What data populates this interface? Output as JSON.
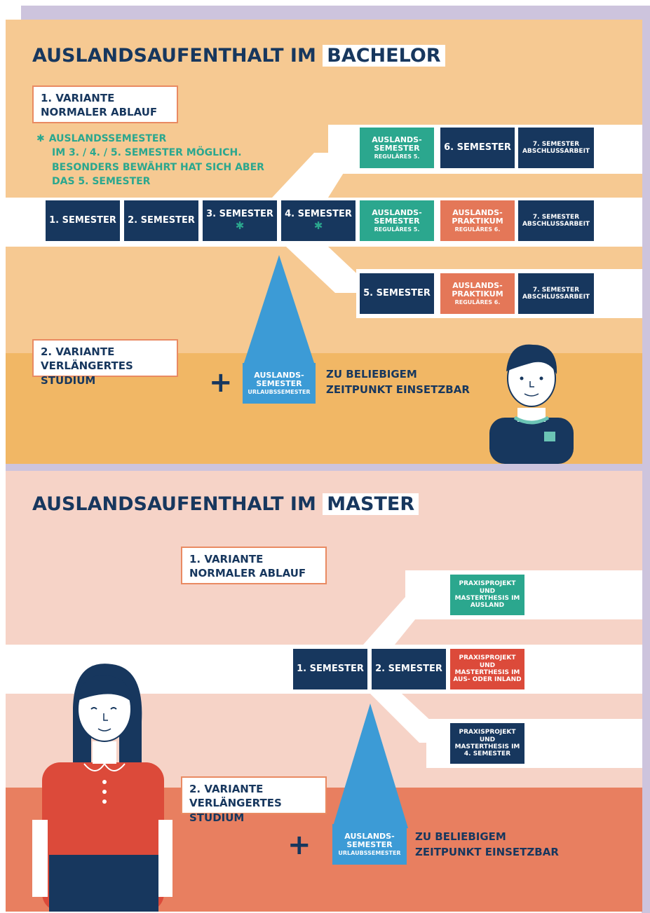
{
  "colors": {
    "navy": "#17375e",
    "teal": "#2ba78e",
    "coral": "#e47758",
    "red": "#dc4a3a",
    "blue": "#3c9bd6",
    "bachelor_bg_light": "#f6c992",
    "bachelor_bg_dark": "#f1b765",
    "master_bg_light": "#f6d3c7",
    "master_bg_dark": "#e87f60",
    "frame": "#cdc4dd"
  },
  "bachelor": {
    "title_prefix": "AUSLANDSAUFENTHALT IM",
    "title_highlight": "BACHELOR",
    "variant1": {
      "line1": "1. VARIANTE",
      "line2": "NORMALER ABLAUF"
    },
    "note": {
      "icon": "asterisk-icon",
      "line1": "AUSLANDSSEMESTER",
      "line2": "IM 3. / 4. / 5. SEMESTER MÖGLICH.",
      "line3": "BESONDERS BEWÄHRT HAT SICH ABER",
      "line4": "DAS 5. SEMESTER"
    },
    "semesters": [
      "1. SEMESTER",
      "2. SEMESTER",
      "3. SEMESTER",
      "4. SEMESTER"
    ],
    "row_top": {
      "a": {
        "l1": "AUSLANDS-",
        "l2": "SEMESTER",
        "sub": "REGULÄRES 5."
      },
      "b": {
        "l1": "6. SEMESTER"
      },
      "c": {
        "l1": "7. SEMESTER",
        "l2": "ABSCHLUSSARBEIT"
      }
    },
    "row_mid": {
      "a": {
        "l1": "AUSLANDS-",
        "l2": "SEMESTER",
        "sub": "REGULÄRES 5."
      },
      "b": {
        "l1": "AUSLANDS-",
        "l2": "PRAKTIKUM",
        "sub": "REGULÄRES 6."
      },
      "c": {
        "l1": "7. SEMESTER",
        "l2": "ABSCHLUSSARBEIT"
      }
    },
    "row_bot": {
      "a": {
        "l1": "5. SEMESTER"
      },
      "b": {
        "l1": "AUSLANDS-",
        "l2": "PRAKTIKUM",
        "sub": "REGULÄRES 6."
      },
      "c": {
        "l1": "7. SEMESTER",
        "l2": "ABSCHLUSSARBEIT"
      }
    },
    "variant2": {
      "line1": "2. VARIANTE",
      "line2": "VERLÄNGERTES STUDIUM"
    },
    "plus": "+",
    "auslandssemester": {
      "l1": "AUSLANDS-",
      "l2": "SEMESTER",
      "sub": "URLAUBSSEMESTER"
    },
    "anytime": {
      "line1": "ZU BELIEBIGEM",
      "line2": "ZEITPUNKT EINSETZBAR"
    }
  },
  "master": {
    "title_prefix": "AUSLANDSAUFENTHALT IM",
    "title_highlight": "MASTER",
    "variant1": {
      "line1": "1. VARIANTE",
      "line2": "NORMALER ABLAUF"
    },
    "semesters": [
      "1. SEMESTER",
      "2. SEMESTER"
    ],
    "top": {
      "l1": "PRAXISPROJEKT UND",
      "l2": "MASTERTHESIS IM",
      "l3": "AUSLAND"
    },
    "mid": {
      "l1": "PRAXISPROJEKT UND",
      "l2": "MASTERTHESIS IM",
      "l3": "AUS- ODER INLAND"
    },
    "bot": {
      "l1": "PRAXISPROJEKT UND",
      "l2": "MASTERTHESIS IM",
      "l3": "4. SEMESTER"
    },
    "variant2": {
      "line1": "2. VARIANTE",
      "line2": "VERLÄNGERTES STUDIUM"
    },
    "plus": "+",
    "auslandssemester": {
      "l1": "AUSLANDS-",
      "l2": "SEMESTER",
      "sub": "URLAUBSSEMESTER"
    },
    "anytime": {
      "line1": "ZU BELIEBIGEM",
      "line2": "ZEITPUNKT EINSETZBAR"
    }
  }
}
